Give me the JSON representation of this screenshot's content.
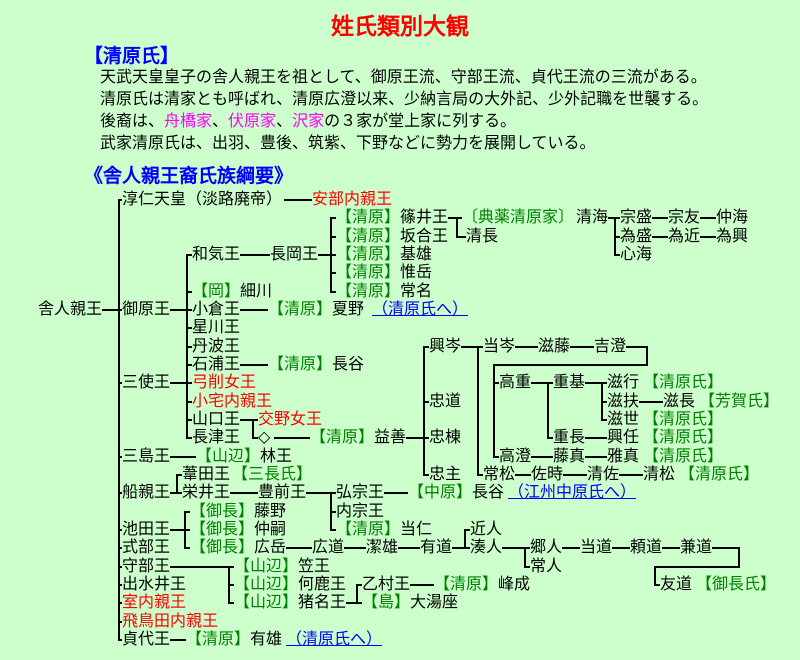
{
  "page": {
    "title": "姓氏類別大観"
  },
  "colors": {
    "background": "#ccffcc",
    "title_red": "#ff0000",
    "heading_blue": "#0000ff",
    "marker_green": "#008000",
    "female_red": "#ff0000",
    "branch_magenta": "#ff00ff",
    "link_blue": "#0000ff",
    "line_black": "#000000"
  },
  "clan_section": {
    "heading": "【清原氏】",
    "lines": [
      {
        "segments": [
          {
            "text": "天武天皇皇子の舎人親王を祖として、御原王流、守部王流、貞代王流の三流がある。",
            "color": "black"
          }
        ]
      },
      {
        "segments": [
          {
            "text": "清原氏は清家とも呼ばれ、清原広澄以来、少納言局の大外記、少外記職を世襲する。",
            "color": "black"
          }
        ]
      },
      {
        "segments": [
          {
            "text": "後裔は、",
            "color": "black"
          },
          {
            "text": "舟橋家",
            "color": "magenta"
          },
          {
            "text": "、",
            "color": "black"
          },
          {
            "text": "伏原家",
            "color": "magenta"
          },
          {
            "text": "、",
            "color": "black"
          },
          {
            "text": "沢家",
            "color": "magenta"
          },
          {
            "text": "の３家が堂上家に列する。",
            "color": "black"
          }
        ]
      },
      {
        "segments": [
          {
            "text": "武家清原氏は、出羽、豊後、筑紫、下野などに勢力を展開している。",
            "color": "black"
          }
        ]
      }
    ]
  },
  "tree_section": {
    "heading": "《舎人親王裔氏族綱要》"
  },
  "tree": {
    "nodes": [
      {
        "id": "toneri",
        "text": "舎人親王",
        "type": "name"
      },
      {
        "id": "junnin",
        "text": "淳仁天皇（淡路廃帝）",
        "type": "name"
      },
      {
        "id": "abe",
        "text": "安部内親王",
        "type": "female"
      },
      {
        "id": "mihara",
        "text": "御原王",
        "type": "name"
      },
      {
        "id": "sanshi",
        "text": "三使王",
        "type": "name"
      },
      {
        "id": "mishima",
        "text": "三島王",
        "type": "name"
      },
      {
        "id": "fune",
        "text": "船親王",
        "type": "name"
      },
      {
        "id": "ikeda",
        "text": "池田王",
        "type": "name"
      },
      {
        "id": "shikibu",
        "text": "式部王",
        "type": "name"
      },
      {
        "id": "moribe",
        "text": "守部王",
        "type": "name"
      },
      {
        "id": "izumii",
        "text": "出水井王",
        "type": "name"
      },
      {
        "id": "muro",
        "text": "室内親王",
        "type": "female"
      },
      {
        "id": "asukada",
        "text": "飛鳥田内親王",
        "type": "female"
      },
      {
        "id": "sadayo",
        "text": "貞代王",
        "type": "name"
      },
      {
        "id": "wake",
        "text": "和気王",
        "type": "name"
      },
      {
        "id": "nagaoka",
        "text": "長岡王",
        "type": "name"
      },
      {
        "id": "oka_marker",
        "text": "【岡】",
        "type": "marker"
      },
      {
        "id": "hosokawa",
        "text": "細川",
        "type": "name"
      },
      {
        "id": "ogura",
        "text": "小倉王",
        "type": "name"
      },
      {
        "id": "hoshikawa",
        "text": "星川王",
        "type": "name"
      },
      {
        "id": "tanba",
        "text": "丹波王",
        "type": "name"
      },
      {
        "id": "ishiura",
        "text": "石浦王",
        "type": "name"
      },
      {
        "id": "yuge",
        "text": "弓削女王",
        "type": "female"
      },
      {
        "id": "oyake",
        "text": "小宅内親王",
        "type": "female"
      },
      {
        "id": "yamaguchi",
        "text": "山口王",
        "type": "name"
      },
      {
        "id": "nagatsu",
        "text": "長津王",
        "type": "name"
      },
      {
        "id": "km_shinoi",
        "text": "【清原】",
        "type": "marker"
      },
      {
        "id": "shinoi",
        "text": "篠井王",
        "type": "name"
      },
      {
        "id": "km_sakaai",
        "text": "【清原】",
        "type": "marker"
      },
      {
        "id": "sakaai",
        "text": "坂合王",
        "type": "name"
      },
      {
        "id": "km_motoo",
        "text": "【清原】",
        "type": "marker"
      },
      {
        "id": "motoo",
        "text": "基雄",
        "type": "name"
      },
      {
        "id": "km_koretake",
        "text": "【清原】",
        "type": "marker"
      },
      {
        "id": "koretake",
        "text": "惟岳",
        "type": "name"
      },
      {
        "id": "km_tsunena",
        "text": "【清原】",
        "type": "marker"
      },
      {
        "id": "tsunena",
        "text": "常名",
        "type": "name"
      },
      {
        "id": "tenyaku",
        "text": "〔典薬清原家〕",
        "type": "marker"
      },
      {
        "id": "kiyomi",
        "text": "清海",
        "type": "name"
      },
      {
        "id": "kiyonaga",
        "text": "清長",
        "type": "name"
      },
      {
        "id": "munemori",
        "text": "宗盛",
        "type": "name"
      },
      {
        "id": "munetomo",
        "text": "宗友",
        "type": "name"
      },
      {
        "id": "nakami",
        "text": "仲海",
        "type": "name"
      },
      {
        "id": "tamemori",
        "text": "為盛",
        "type": "name"
      },
      {
        "id": "tamechika",
        "text": "為近",
        "type": "name"
      },
      {
        "id": "tameoki",
        "text": "為興",
        "type": "name"
      },
      {
        "id": "shinkai",
        "text": "心海",
        "type": "name"
      },
      {
        "id": "km_natsuno",
        "text": "【清原】",
        "type": "marker"
      },
      {
        "id": "natsuno",
        "text": "夏野",
        "type": "name"
      },
      {
        "id": "link_kiyo1",
        "text": "（清原氏へ）",
        "type": "link"
      },
      {
        "id": "km_hase",
        "text": "【清原】",
        "type": "marker"
      },
      {
        "id": "hase",
        "text": "長谷",
        "type": "name"
      },
      {
        "id": "katano",
        "text": "交野女王",
        "type": "female"
      },
      {
        "id": "diamond",
        "text": "◇",
        "type": "symbol"
      },
      {
        "id": "km_masu",
        "text": "【清原】",
        "type": "marker"
      },
      {
        "id": "masuyoshi",
        "text": "益善",
        "type": "name"
      },
      {
        "id": "ym_hayashi",
        "text": "【山辺】",
        "type": "marker"
      },
      {
        "id": "hayashi",
        "text": "林王",
        "type": "name"
      },
      {
        "id": "ashida",
        "text": "葦田王",
        "type": "name"
      },
      {
        "id": "sancho_marker",
        "text": "【三長氏】",
        "type": "marker"
      },
      {
        "id": "sakai",
        "text": "栄井王",
        "type": "name"
      },
      {
        "id": "toyosaki",
        "text": "豊前王",
        "type": "name"
      },
      {
        "id": "hiromune",
        "text": "弘宗王",
        "type": "name"
      },
      {
        "id": "nm_nagatani",
        "text": "【中原】",
        "type": "marker"
      },
      {
        "id": "nagatani",
        "text": "長谷",
        "type": "name"
      },
      {
        "id": "link_goshu",
        "text": "（江州中原氏へ）",
        "type": "link"
      },
      {
        "id": "uchimune",
        "text": "内宗王",
        "type": "name"
      },
      {
        "id": "km_tojin",
        "text": "【清原】",
        "type": "marker"
      },
      {
        "id": "tojin",
        "text": "当仁",
        "type": "name"
      },
      {
        "id": "om_fujino",
        "text": "【御長】",
        "type": "marker"
      },
      {
        "id": "fujino",
        "text": "藤野",
        "type": "name"
      },
      {
        "id": "om_nakatsugu",
        "text": "【御長】",
        "type": "marker"
      },
      {
        "id": "nakatsugu",
        "text": "仲嗣",
        "type": "name"
      },
      {
        "id": "om_hirotake",
        "text": "【御長】",
        "type": "marker"
      },
      {
        "id": "hirotake",
        "text": "広岳",
        "type": "name"
      },
      {
        "id": "hiromichi",
        "text": "広道",
        "type": "name"
      },
      {
        "id": "kiyoo",
        "text": "潔雄",
        "type": "name"
      },
      {
        "id": "arimichi",
        "text": "有道",
        "type": "name"
      },
      {
        "id": "chikahito",
        "text": "近人",
        "type": "name"
      },
      {
        "id": "minatohito",
        "text": "湊人",
        "type": "name"
      },
      {
        "id": "satohito",
        "text": "郷人",
        "type": "name"
      },
      {
        "id": "tsunehito",
        "text": "常人",
        "type": "name"
      },
      {
        "id": "todo",
        "text": "当道",
        "type": "name"
      },
      {
        "id": "yorimichi",
        "text": "頼道",
        "type": "name"
      },
      {
        "id": "kanemichi",
        "text": "兼道",
        "type": "name"
      },
      {
        "id": "tomomichi",
        "text": "友道",
        "type": "name"
      },
      {
        "id": "onagashi_marker",
        "text": "【御長氏】",
        "type": "marker"
      },
      {
        "id": "ym_kasa",
        "text": "【山辺】",
        "type": "marker"
      },
      {
        "id": "kasa",
        "text": "笠王",
        "type": "name"
      },
      {
        "id": "ym_kashika",
        "text": "【山辺】",
        "type": "marker"
      },
      {
        "id": "kashika",
        "text": "何鹿王",
        "type": "name"
      },
      {
        "id": "ym_ina",
        "text": "【山辺】",
        "type": "marker"
      },
      {
        "id": "ina",
        "text": "猪名王",
        "type": "name"
      },
      {
        "id": "otomura",
        "text": "乙村王",
        "type": "name"
      },
      {
        "id": "km_minenari",
        "text": "【清原】",
        "type": "marker"
      },
      {
        "id": "minenari",
        "text": "峰成",
        "type": "name"
      },
      {
        "id": "shima_marker",
        "text": "【島】",
        "type": "marker"
      },
      {
        "id": "oyuza",
        "text": "大湯座",
        "type": "name"
      },
      {
        "id": "km_ario",
        "text": "【清原】",
        "type": "marker"
      },
      {
        "id": "ario",
        "text": "有雄",
        "type": "name"
      },
      {
        "id": "link_kiyo2",
        "text": "（清原氏へ）",
        "type": "link"
      },
      {
        "id": "okimine",
        "text": "興岑",
        "type": "name"
      },
      {
        "id": "tadamichi",
        "text": "忠道",
        "type": "name"
      },
      {
        "id": "tadamune",
        "text": "忠棟",
        "type": "name"
      },
      {
        "id": "tadanushi",
        "text": "忠主",
        "type": "name"
      },
      {
        "id": "tomine",
        "text": "当岑",
        "type": "name"
      },
      {
        "id": "shigefuji",
        "text": "滋藤",
        "type": "name"
      },
      {
        "id": "yoshizumi",
        "text": "吉澄",
        "type": "name"
      },
      {
        "id": "takashige",
        "text": "高重",
        "type": "name"
      },
      {
        "id": "takazumi",
        "text": "高澄",
        "type": "name"
      },
      {
        "id": "shigemoto",
        "text": "重基",
        "type": "name"
      },
      {
        "id": "shigenaga_b",
        "text": "重長",
        "type": "name"
      },
      {
        "id": "shigeyuki",
        "text": "滋行",
        "type": "name"
      },
      {
        "id": "kmc_shigeyuki",
        "text": "【清原氏】",
        "type": "marker"
      },
      {
        "id": "shigesuke",
        "text": "滋扶",
        "type": "name"
      },
      {
        "id": "shigenaga",
        "text": "滋長",
        "type": "name"
      },
      {
        "id": "haga_marker",
        "text": "【芳賀氏】",
        "type": "marker"
      },
      {
        "id": "shigeyo",
        "text": "滋世",
        "type": "name"
      },
      {
        "id": "kmc_shigeyo",
        "text": "【清原氏】",
        "type": "marker"
      },
      {
        "id": "okito",
        "text": "興任",
        "type": "name"
      },
      {
        "id": "kmc_okito",
        "text": "【清原氏】",
        "type": "marker"
      },
      {
        "id": "fujizane",
        "text": "藤真",
        "type": "name"
      },
      {
        "id": "masazane",
        "text": "雅真",
        "type": "name"
      },
      {
        "id": "kmc_masazane",
        "text": "【清原氏】",
        "type": "marker"
      },
      {
        "id": "tsunematsu",
        "text": "常松",
        "type": "name"
      },
      {
        "id": "satoki",
        "text": "佐時",
        "type": "name"
      },
      {
        "id": "kiyosuke",
        "text": "清佐",
        "type": "name"
      },
      {
        "id": "kiyomatsu",
        "text": "清松",
        "type": "name"
      },
      {
        "id": "kmc_kiyomatsu",
        "text": "【清原氏】",
        "type": "marker"
      }
    ]
  }
}
